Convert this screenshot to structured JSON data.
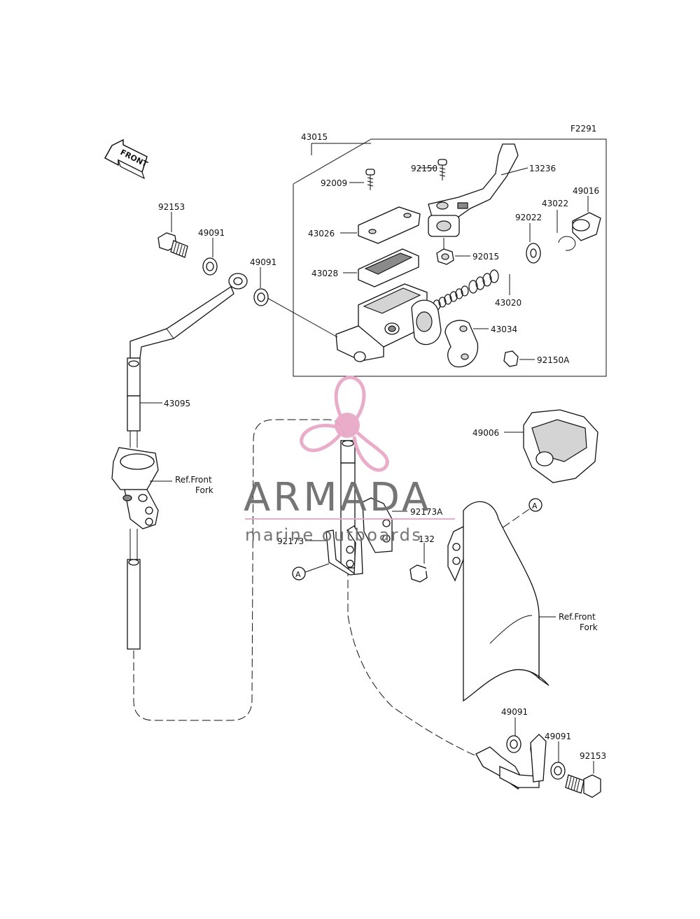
{
  "diagram": {
    "code": "F2291",
    "front_label": "FRONT",
    "ref_label_line1": "Ref.Front",
    "ref_label_line2": "Fork",
    "circle_ref": "A"
  },
  "parts": {
    "p43015": "43015",
    "p92150": "92150",
    "p13236": "13236",
    "p92009": "92009",
    "p49016": "49016",
    "p43022": "43022",
    "p92022": "92022",
    "p43026": "43026",
    "p92015": "92015",
    "p43028": "43028",
    "p43020": "43020",
    "p43034": "43034",
    "p92150A": "92150A",
    "p92153_top": "92153",
    "p49091_top_left": "49091",
    "p49091_top_right": "49091",
    "p43095": "43095",
    "p49006": "49006",
    "p92173A": "92173A",
    "p92173": "92173",
    "p132": "132",
    "p49091_bottom_left": "49091",
    "p49091_bottom_right": "49091",
    "p92153_bottom": "92153"
  },
  "watermark": {
    "brand": "ARMADA",
    "tagline": "marine outboards",
    "color_pink": "#e8a9c8",
    "color_gray": "#6e6e6e"
  }
}
